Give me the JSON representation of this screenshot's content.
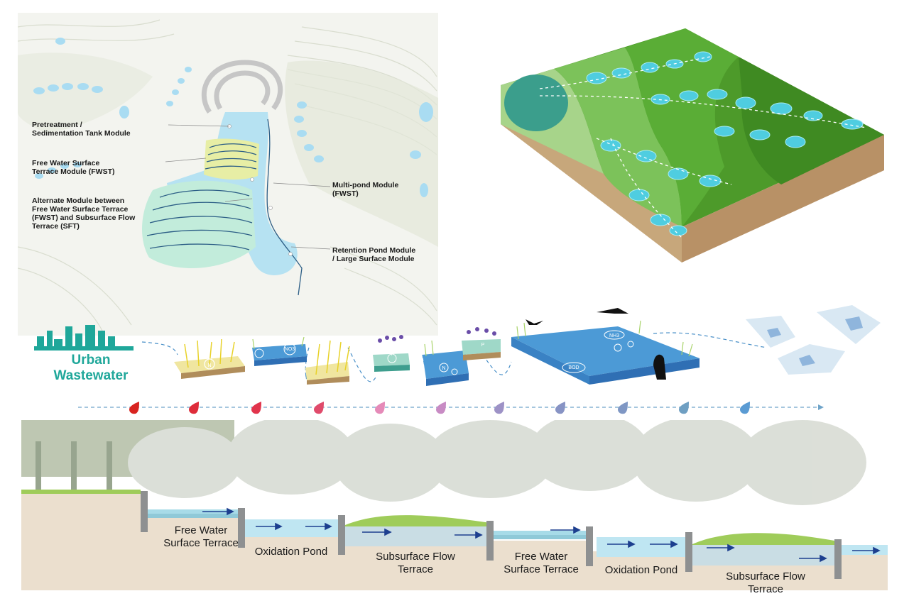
{
  "plan_labels": [
    {
      "id": "pretreatment",
      "line1": "Pretreatment /",
      "line2": "Sedimentation Tank Module"
    },
    {
      "id": "fwst",
      "line1": "Free Water Surface",
      "line2": "Terrace Module (FWST)"
    },
    {
      "id": "alternate",
      "line1": "Alternate Module between",
      "line2": "Free Water Surface Terrace",
      "line3": "(FWST) and Subsurface Flow",
      "line4": "Terrace (SFT)"
    },
    {
      "id": "multipond",
      "line1": "Multi-pond Module",
      "line2": "(FWST)"
    },
    {
      "id": "retention",
      "line1": "Retention Pond Module",
      "line2": "/ Large Surface Module"
    }
  ],
  "urban": {
    "line1": "Urban",
    "line2": "Wastewater"
  },
  "module_tags": [
    "N",
    "NO3",
    "P",
    "P",
    "N",
    "P",
    "NH3",
    "BOD"
  ],
  "drop_colors": [
    "#d8231f",
    "#de2c3a",
    "#e1344c",
    "#e04b6b",
    "#e58ab8",
    "#c88bc4",
    "#9d92c6",
    "#8793c4",
    "#7f97c4",
    "#6f9fc2",
    "#5a9bd3"
  ],
  "section_labels": [
    {
      "id": "fwst1",
      "line1": "Free Water",
      "line2": "Surface Terrace"
    },
    {
      "id": "ox1",
      "line1": "Oxidation Pond",
      "line2": ""
    },
    {
      "id": "sft1",
      "line1": "Subsurface Flow",
      "line2": "Terrace"
    },
    {
      "id": "fwst2",
      "line1": "Free Water",
      "line2": "Surface Terrace"
    },
    {
      "id": "ox2",
      "line1": "Oxidation Pond",
      "line2": ""
    },
    {
      "id": "sft2",
      "line1": "Subsurface Flow",
      "line2": "Terrace"
    }
  ],
  "colors": {
    "teal": "#1fa79a",
    "water": "#bfe6f2",
    "grass": "#9fcc5a",
    "soil": "#e8dccb",
    "arrow": "#1d3f8f"
  }
}
